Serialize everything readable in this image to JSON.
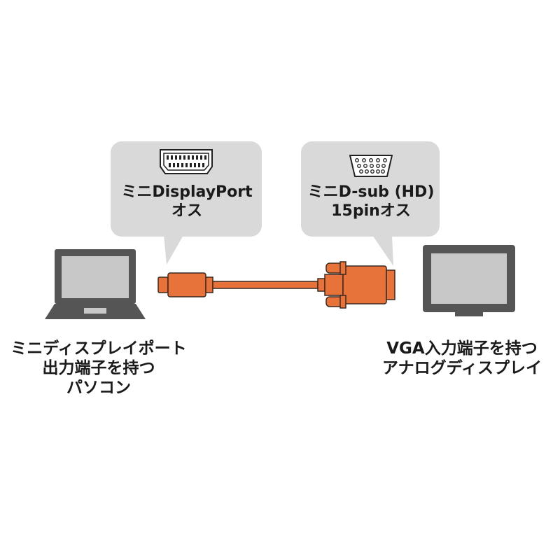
{
  "colors": {
    "bubble": "#d9d9d9",
    "device_dark": "#555555",
    "device_screen": "#c8c8c8",
    "cable_orange": "#e8733a",
    "cable_outline": "#3a2a22"
  },
  "connector_left": {
    "icon": "mini-displayport-icon",
    "lines": [
      "ミニDisplayPort",
      "オス"
    ]
  },
  "connector_right": {
    "icon": "vga-dsub-icon",
    "lines": [
      "ミニD-sub (HD)",
      "15pinオス"
    ]
  },
  "device_left": {
    "icon": "laptop-icon",
    "lines": [
      "ミニディスプレイポート",
      "出力端子を持つ",
      "パソコン"
    ]
  },
  "device_right": {
    "icon": "monitor-icon",
    "lines": [
      "VGA入力端子を持つ",
      "アナログディスプレイ"
    ]
  }
}
